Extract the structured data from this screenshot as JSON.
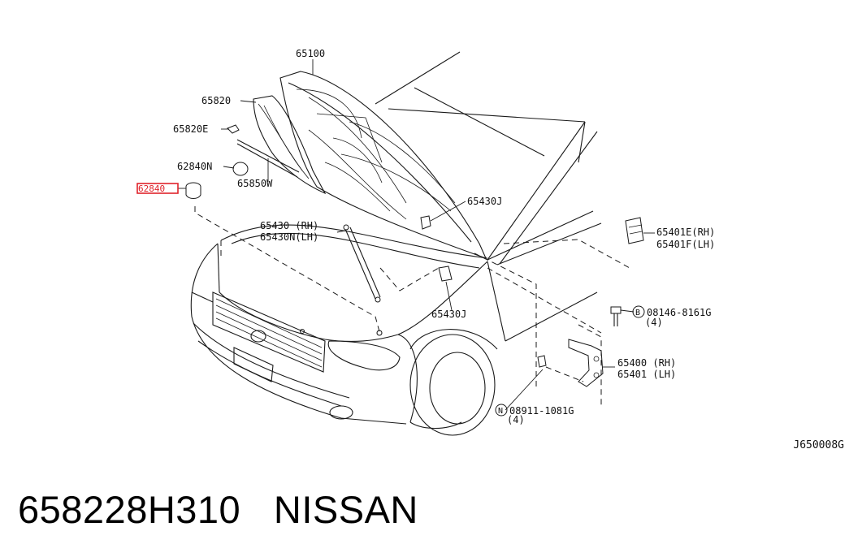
{
  "labels": {
    "hood": "65100",
    "insulator_clip": "65820",
    "clip_e": "65820E",
    "bumper_n": "62840N",
    "seal_w": "65850W",
    "highlight": "62840",
    "stay_rh": "65430 (RH)",
    "stay_lh": "65430N(LH)",
    "bracket_j_top": "65430J",
    "bracket_j_bottom": "65430J",
    "lock_rh": "65401E(RH)",
    "lock_lh": "65401F(LH)",
    "bolt_code": "08146-8161G",
    "bolt_qty": "(4)",
    "bolt_mark": "B",
    "hinge_rh": "65400 (RH)",
    "hinge_lh": "65401 (LH)",
    "nut_code": "08911-1081G",
    "nut_qty": "(4)",
    "nut_mark": "N"
  },
  "ref_code": "J650008G",
  "part_number": "658228H310",
  "brand": "NISSAN",
  "highlight_color": "#e0232b"
}
